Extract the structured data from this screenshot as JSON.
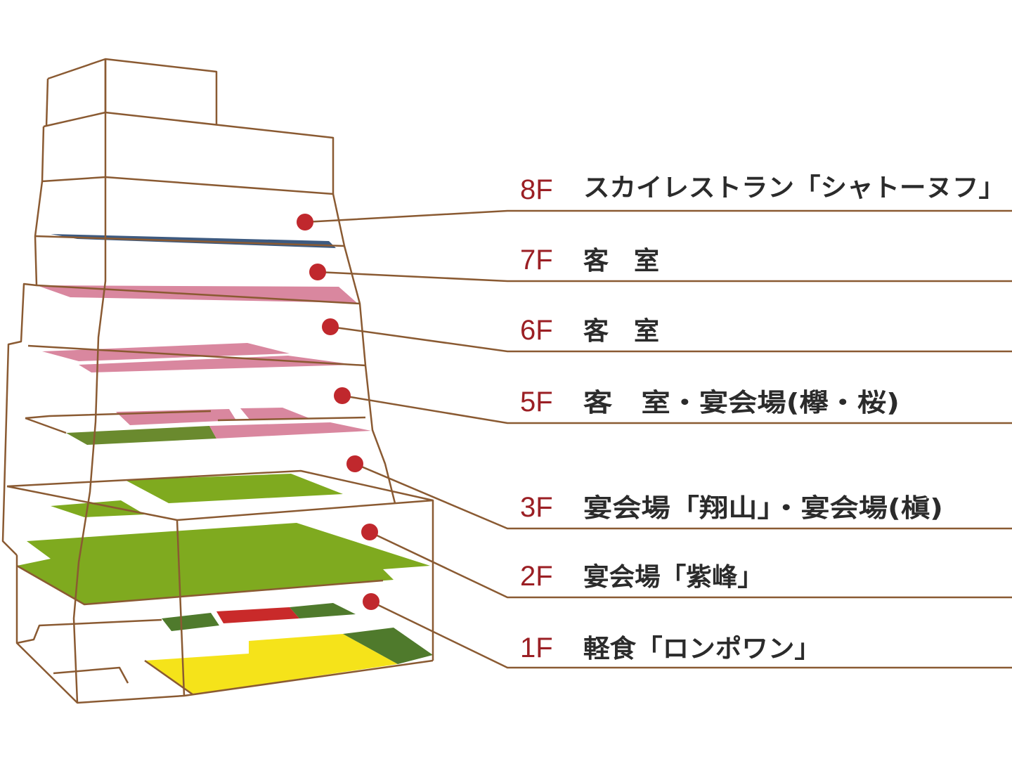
{
  "colors": {
    "outline": "#8a5a32",
    "marker": "#c0282d",
    "floor_number": "#9b1f24",
    "label_text": "#2b2b2b",
    "area_guestroom": "#d9879f",
    "area_banquet": "#7faa1f",
    "area_banquet_dark": "#4f7a2c",
    "area_restaurant": "#3d5a80",
    "area_cafe": "#f5e31a",
    "area_cafe_accent": "#c92a2a"
  },
  "floors": [
    {
      "number": "8F",
      "label": "スカイレストラン「シャトーヌフ」"
    },
    {
      "number": "7F",
      "label": "客　室"
    },
    {
      "number": "6F",
      "label": "客　室"
    },
    {
      "number": "5F",
      "label": "客　室・宴会場(欅・桜)"
    },
    {
      "number": "3F",
      "label": "宴会場「翔山」・宴会場(槇)"
    },
    {
      "number": "2F",
      "label": "宴会場「紫峰」"
    },
    {
      "number": "1F",
      "label": "軽食「ロンポワン」"
    }
  ]
}
